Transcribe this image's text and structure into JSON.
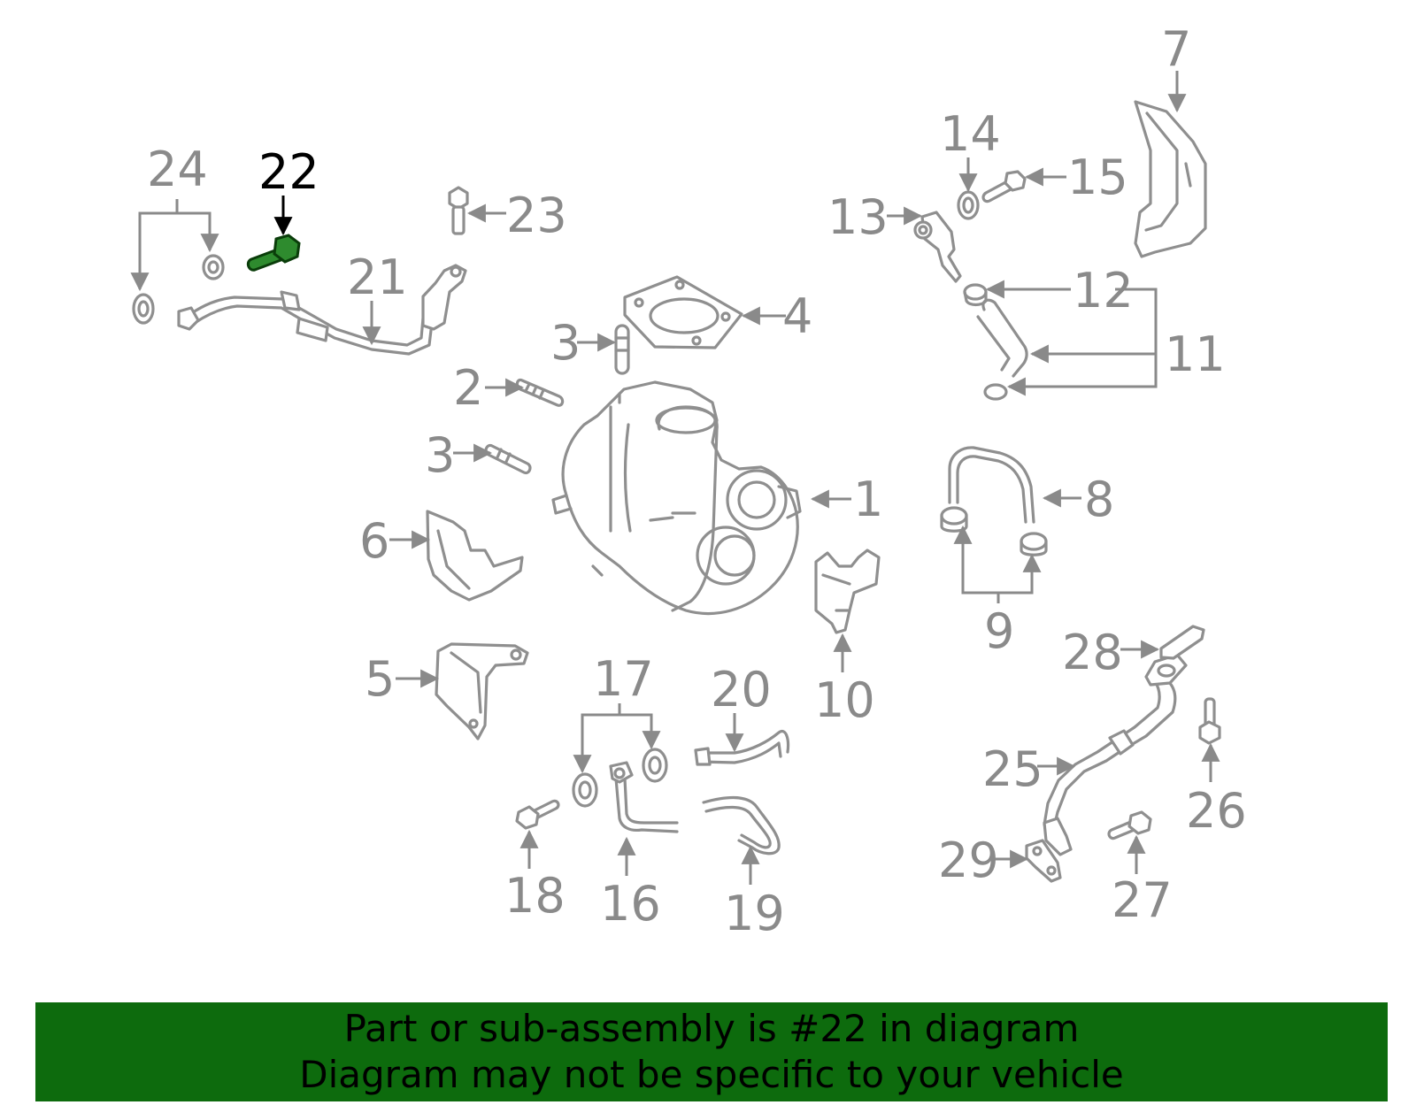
{
  "diagram": {
    "highlight_color": "#2e8b2e",
    "callout_color": "#8a8a8a",
    "highlighted_callout": "22",
    "callouts": [
      {
        "id": "c1",
        "label": "1"
      },
      {
        "id": "c2",
        "label": "2"
      },
      {
        "id": "c3a",
        "label": "3"
      },
      {
        "id": "c3b",
        "label": "3"
      },
      {
        "id": "c4",
        "label": "4"
      },
      {
        "id": "c5",
        "label": "5"
      },
      {
        "id": "c6",
        "label": "6"
      },
      {
        "id": "c7",
        "label": "7"
      },
      {
        "id": "c8",
        "label": "8"
      },
      {
        "id": "c9",
        "label": "9"
      },
      {
        "id": "c10",
        "label": "10"
      },
      {
        "id": "c11",
        "label": "11"
      },
      {
        "id": "c12",
        "label": "12"
      },
      {
        "id": "c13",
        "label": "13"
      },
      {
        "id": "c14",
        "label": "14"
      },
      {
        "id": "c15",
        "label": "15"
      },
      {
        "id": "c16",
        "label": "16"
      },
      {
        "id": "c17",
        "label": "17"
      },
      {
        "id": "c18",
        "label": "18"
      },
      {
        "id": "c19",
        "label": "19"
      },
      {
        "id": "c20",
        "label": "20"
      },
      {
        "id": "c21",
        "label": "21"
      },
      {
        "id": "c22",
        "label": "22"
      },
      {
        "id": "c23",
        "label": "23"
      },
      {
        "id": "c24",
        "label": "24"
      },
      {
        "id": "c25",
        "label": "25"
      },
      {
        "id": "c26",
        "label": "26"
      },
      {
        "id": "c27",
        "label": "27"
      },
      {
        "id": "c28",
        "label": "28"
      },
      {
        "id": "c29",
        "label": "29"
      }
    ]
  },
  "banner": {
    "background_color": "#0d6b0d",
    "line1": "Part or sub-assembly is #22 in diagram",
    "line2": "Diagram may not be specific to your vehicle"
  }
}
